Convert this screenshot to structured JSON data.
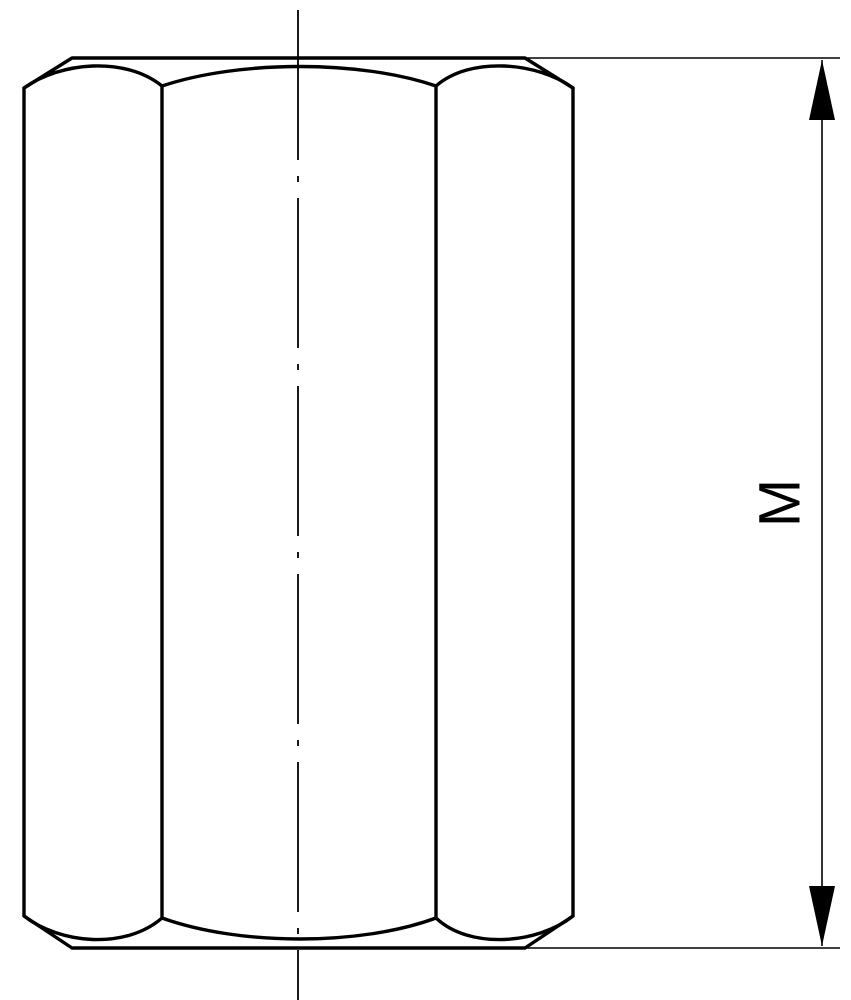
{
  "drawing": {
    "subject": "hex-coupling-nut",
    "view": "side-elevation",
    "dimension": {
      "label": "M"
    },
    "colors": {
      "line": "#000000",
      "background": "#ffffff"
    }
  }
}
